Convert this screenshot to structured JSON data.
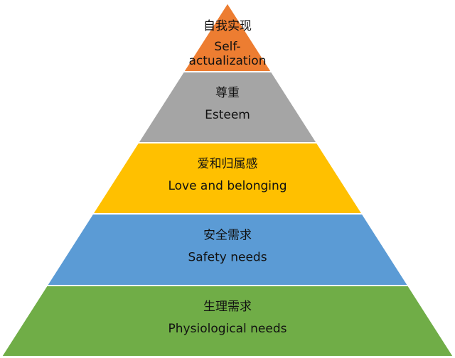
{
  "diagram": {
    "type": "pyramid",
    "layers": [
      {
        "zh": "自我实现",
        "en": "Self-\nactualization",
        "color": "#ed7d31"
      },
      {
        "zh": "尊重",
        "en": "Esteem",
        "color": "#a5a5a5"
      },
      {
        "zh": "爱和归属感",
        "en": "Love and belonging",
        "color": "#ffc000"
      },
      {
        "zh": "安全需求",
        "en": "Safety needs",
        "color": "#5b9bd5"
      },
      {
        "zh": "生理需求",
        "en": "Physiological needs",
        "color": "#70ad47"
      }
    ]
  }
}
